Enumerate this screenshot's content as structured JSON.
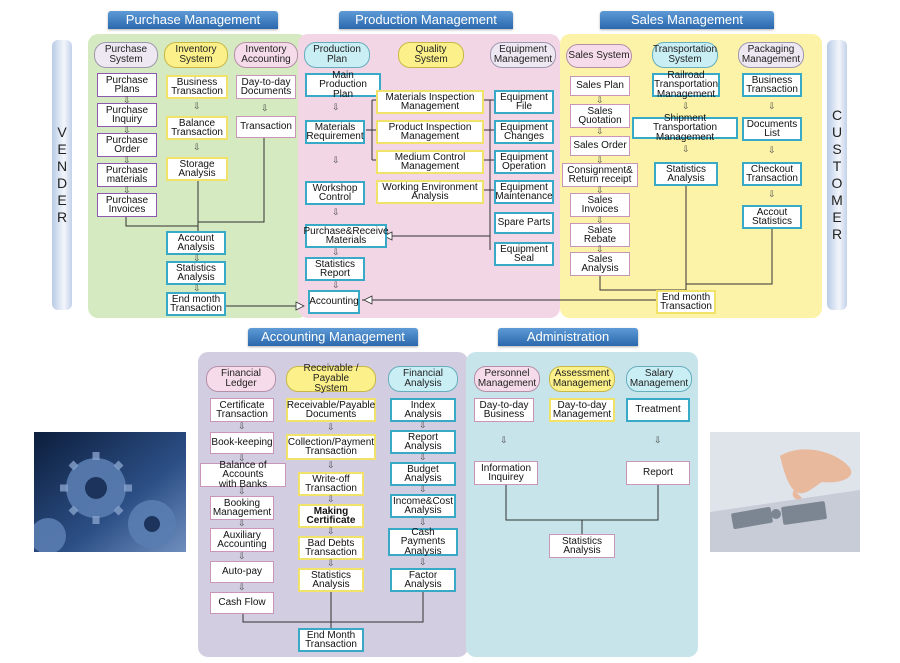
{
  "sections": {
    "purchase": {
      "title": "Purchase Management"
    },
    "production": {
      "title": "Production Management"
    },
    "sales": {
      "title": "Sales Management"
    },
    "accounting": {
      "title": "Accounting Management"
    },
    "administration": {
      "title": "Administration"
    }
  },
  "sides": {
    "left": "VENDER",
    "right": "CUSTOMER"
  },
  "purchase": {
    "headers": [
      "Purchase\nSystem",
      "Inventory\nSystem",
      "Inventory\nAccounting"
    ],
    "col1": [
      "Purchase\nPlans",
      "Purchase\nInquiry",
      "Purchase\nOrder",
      "Purchase\nmaterials",
      "Purchase\nInvoices"
    ],
    "col2": [
      "Business\nTransaction",
      "Balance\nTransaction",
      "Storage\nAnalysis"
    ],
    "col3": [
      "Day-to-day\nDocuments",
      "Transaction"
    ],
    "bottom": [
      "Account\nAnalysis",
      "Statistics\nAnalysis",
      "End month\nTransaction"
    ]
  },
  "production": {
    "headers": [
      "Production\nPlan",
      "Quality\nSystem",
      "Equipment\nManagement"
    ],
    "col1": [
      "Main Production\nPlan",
      "Materials\nRequirement",
      "Workshop\nControl",
      "Purchase&Receive\nMaterials",
      "Statistics\nReport",
      "Accounting"
    ],
    "quality": [
      "Materials Inspection\nManagement",
      "Product Inspection\nManagement",
      "Medium Control\nManagement",
      "Working Environment\nAnalysis"
    ],
    "equipment": [
      "Equipment\nFile",
      "Equipment\nChanges",
      "Equipment\nOperation",
      "Equipment\nMaintenance",
      "Spare Parts",
      "Equipment\nSeal"
    ]
  },
  "sales": {
    "headers": [
      "Sales System",
      "Transportation\nSystem",
      "Packaging\nManagement"
    ],
    "col1": [
      "Sales Plan",
      "Sales\nQuotation",
      "Sales Order",
      "Consignment&\nReturn receipt",
      "Sales\nInvoices",
      "Sales\nRebate",
      "Sales\nAnalysis"
    ],
    "col2": [
      "Railroad Transportation\nManagement",
      "Shipment Transportation\nManagement",
      "Statistics\nAnalysis"
    ],
    "col3": [
      "Business\nTransaction",
      "Documents\nList",
      "Checkout\nTransaction",
      "Accout\nStatistics"
    ],
    "bottom": "End month\nTransaction"
  },
  "accounting": {
    "headers": [
      "Financial\nLedger",
      "Receivable / Payable\nSystem",
      "Financial\nAnalysis"
    ],
    "col1": [
      "Certificate\nTransaction",
      "Book-keeping",
      "Balance of Accounts\nwith Banks",
      "Booking\nManagement",
      "Auxiliary\nAccounting",
      "Auto-pay",
      "Cash Flow"
    ],
    "col2": [
      "Receivable/Payable\nDocuments",
      "Collection/Payment\nTransaction",
      "Write-off\nTransaction",
      "Making\nCertificate",
      "Bad Debts\nTransaction",
      "Statistics\nAnalysis"
    ],
    "col3": [
      "Index\nAnalysis",
      "Report\nAnalysis",
      "Budget\nAnalysis",
      "Income&Cost\nAnalysis",
      "Cash Payments\nAnalysis",
      "Factor\nAnalysis"
    ],
    "bottom": "End Month\nTransaction"
  },
  "administration": {
    "headers": [
      "Personnel\nManagement",
      "Assessment\nManagement",
      "Salary\nManagement"
    ],
    "items": [
      "Day-to-day\nBusiness",
      "Day-to-day\nManagement",
      "Treatment",
      "Information\nInquirey",
      "Report",
      "Statistics\nAnalysis"
    ]
  },
  "arrow_glyph": "⇩",
  "colors": {
    "purchase_bg": "#d6eac1",
    "production_bg": "#f2d6e6",
    "sales_bg": "#fcf3a9",
    "accounting_bg": "#d3cde2",
    "admin_bg": "#c6e4ea",
    "banner": "#3a78bd"
  }
}
